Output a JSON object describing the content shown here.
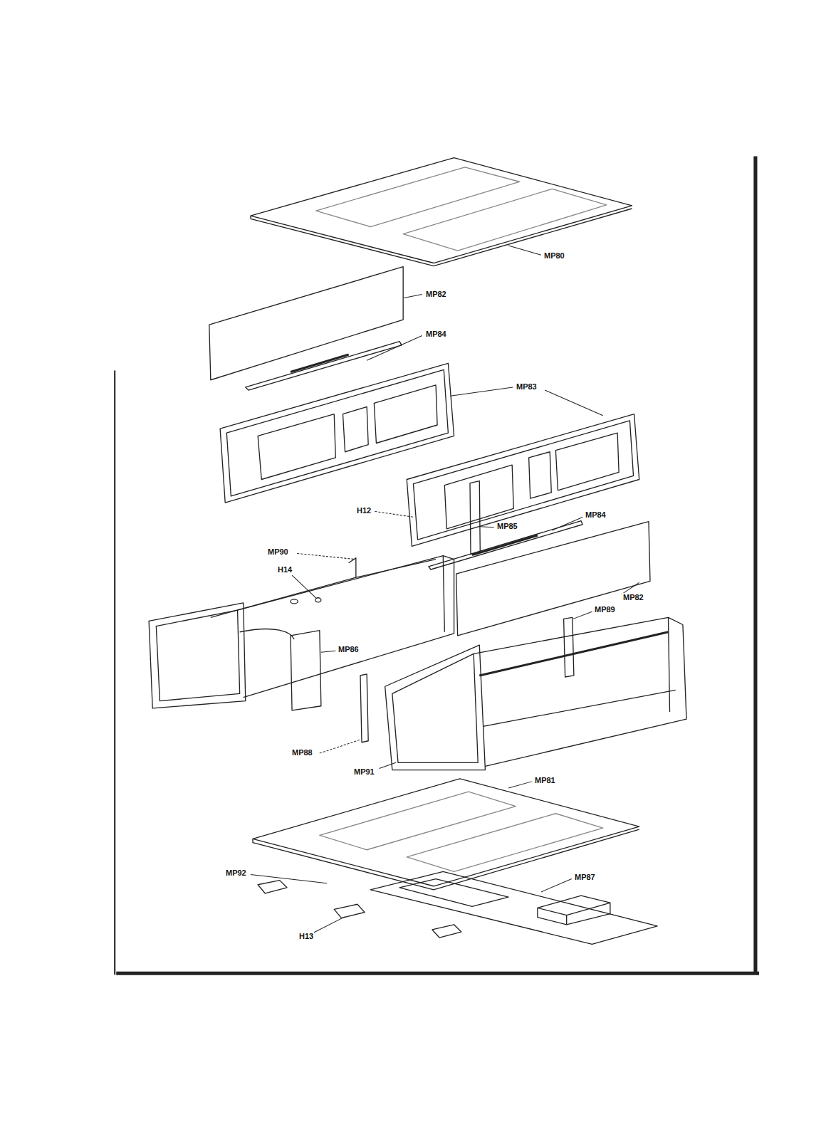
{
  "diagram": {
    "labels": [
      "MP80",
      "MP82",
      "MP84",
      "MP83",
      "H12",
      "MP85",
      "MP84",
      "MP90",
      "H14",
      "MP82",
      "MP89",
      "MP86",
      "MP88",
      "MP91",
      "MP81",
      "MP92",
      "MP87",
      "H13"
    ]
  }
}
